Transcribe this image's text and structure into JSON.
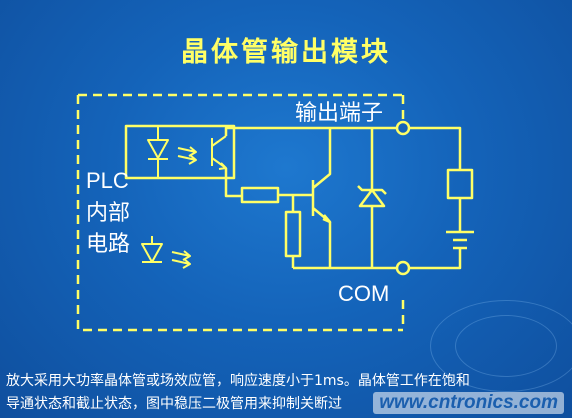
{
  "title": "晶体管输出模块",
  "labels": {
    "output_terminal": "输出端子",
    "plc_line1": "PLC",
    "plc_line2": "内部",
    "plc_line3": "电路",
    "com": "COM"
  },
  "caption": {
    "line1": "放大采用大功率晶体管或场效应管，响应速度小于1ms。晶体管工作在饱和",
    "line2": "导通状态和截止状态，图中稳压二极管用来抑制关断过"
  },
  "watermark": "www.cntronics.com",
  "colors": {
    "background": "#1463b9",
    "wire": "#ffff66",
    "title": "#ffff66",
    "text": "#ffffff"
  }
}
